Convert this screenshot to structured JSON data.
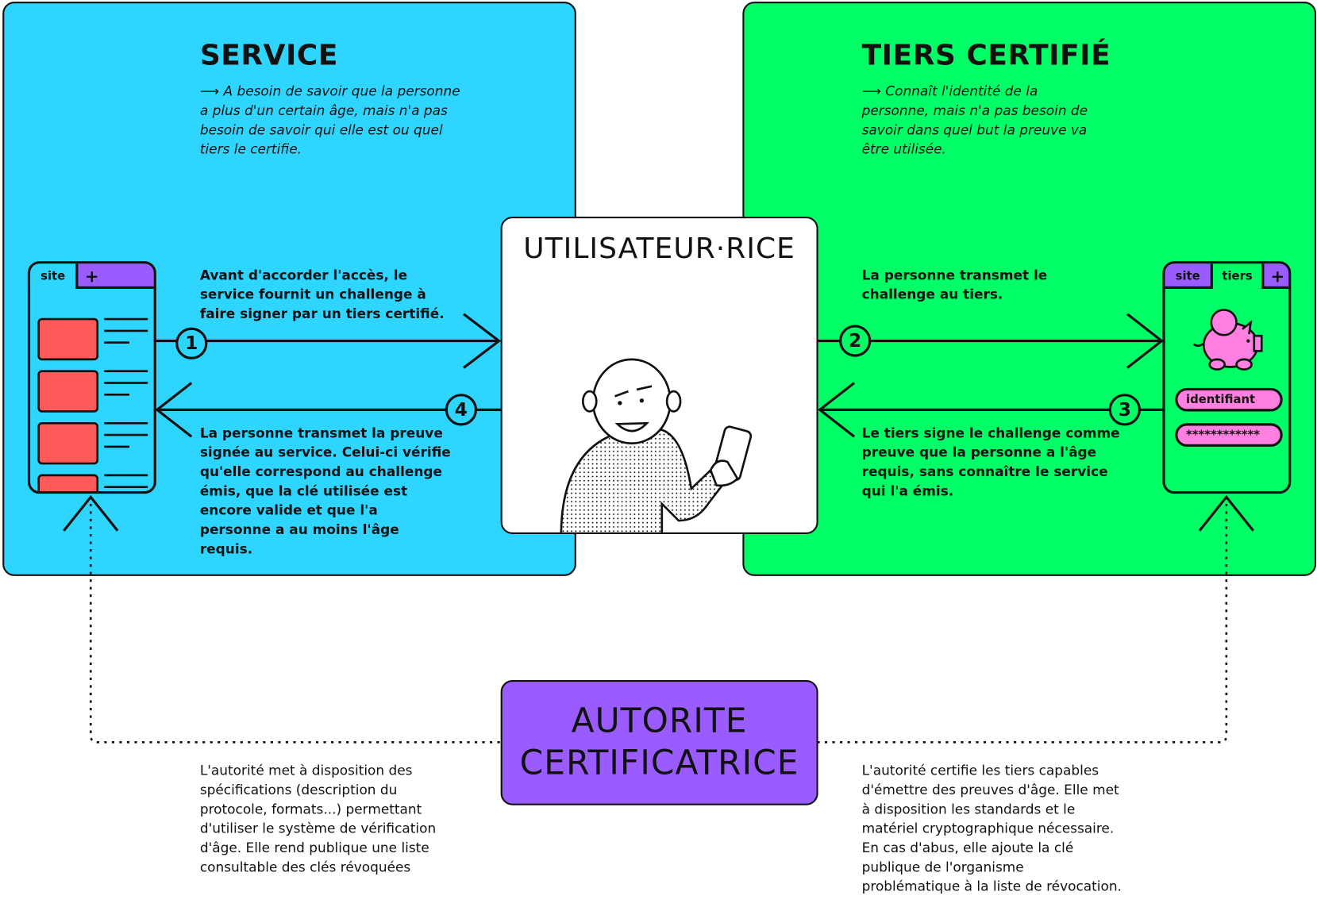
{
  "service": {
    "title": "SERVICE",
    "description": "⟶ A besoin de savoir que la personne a plus d'un certain âge, mais n'a pas besoin de savoir qui elle est ou quel tiers le certifie.",
    "color": "#2ed6ff"
  },
  "tiers": {
    "title": "TIERS CERTIFIÉ",
    "description": "⟶ Connaît l'identité de la personne, mais n'a pas besoin de savoir dans quel but la preuve va être utilisée.",
    "color": "#00ff66"
  },
  "user": {
    "title": "UTILISATEUR·RICE"
  },
  "authority": {
    "title_line1": "AUTORITE",
    "title_line2": "CERTIFICATRICE",
    "color": "#9b5cff"
  },
  "steps": [
    {
      "number": "1",
      "text": "Avant d'accorder l'accès, le service fournit un challenge à faire signer par un tiers certifié."
    },
    {
      "number": "2",
      "text": "La personne transmet le challenge au tiers."
    },
    {
      "number": "3",
      "text": "Le tiers signe le challenge comme preuve que la personne a l'âge requis, sans connaître le service qui l'a émis."
    },
    {
      "number": "4",
      "text": "La personne transmet la preuve signée au service. Celui-ci vérifie qu'elle correspond au challenge émis, que la clé utilisée est encore valide et que l'a personne a au moins l'âge requis."
    }
  ],
  "service_phone": {
    "tab_site": "site",
    "tab_add": "+"
  },
  "tiers_phone": {
    "tab_site": "site",
    "tab_tiers": "tiers",
    "tab_add": "+",
    "login_field": "identifiant",
    "password_field": "************"
  },
  "authority_notes": {
    "left": "L'autorité met à disposition des spécifications (description du protocole, formats...) permettant d'utiliser le système de vérification d'âge. Elle rend publique une liste consultable des clés révoquées",
    "right": "L'autorité certifie les tiers capables d'émettre des preuves d'âge. Elle met à disposition les standards et le matériel cryptographique nécessaire. En cas d'abus, elle ajoute la clé publique de l'organisme problématique à la liste de révocation."
  }
}
